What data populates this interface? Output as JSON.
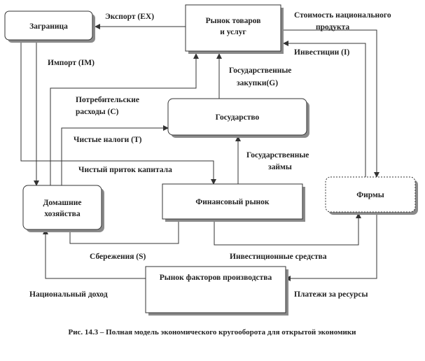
{
  "nodes": {
    "abroad": "Заграница",
    "goods_market": [
      "Рынок товаров",
      "и услуг"
    ],
    "government": "Государство",
    "households": [
      "Домашние",
      "хозяйства"
    ],
    "financial_market": "Финансовый рынок",
    "firms": "Фирмы",
    "factor_market": "Рынок факторов производства"
  },
  "edges": {
    "export": "Экспорт (EX)",
    "import": "Импорт (IM)",
    "national_product_value": [
      "Стоимость национального",
      "продукта"
    ],
    "investment": "Инвестиции (I)",
    "government_purchases": [
      "Государственные",
      "закупки(G)"
    ],
    "consumer_spending": [
      "Потребительские",
      "расходы (C)"
    ],
    "net_taxes": "Чистые налоги (T)",
    "government_loans": [
      "Государственные",
      "займы"
    ],
    "net_capital_inflow": "Чистый приток капитала",
    "savings": "Сбережения (S)",
    "investment_funds": "Инвестиционные  средства",
    "national_income": "Национальный  доход",
    "resource_payments": "Платежи за ресурсы"
  },
  "caption": "Рис. 14.3 – Полная модель экономического кругооборота для открытой экономики"
}
